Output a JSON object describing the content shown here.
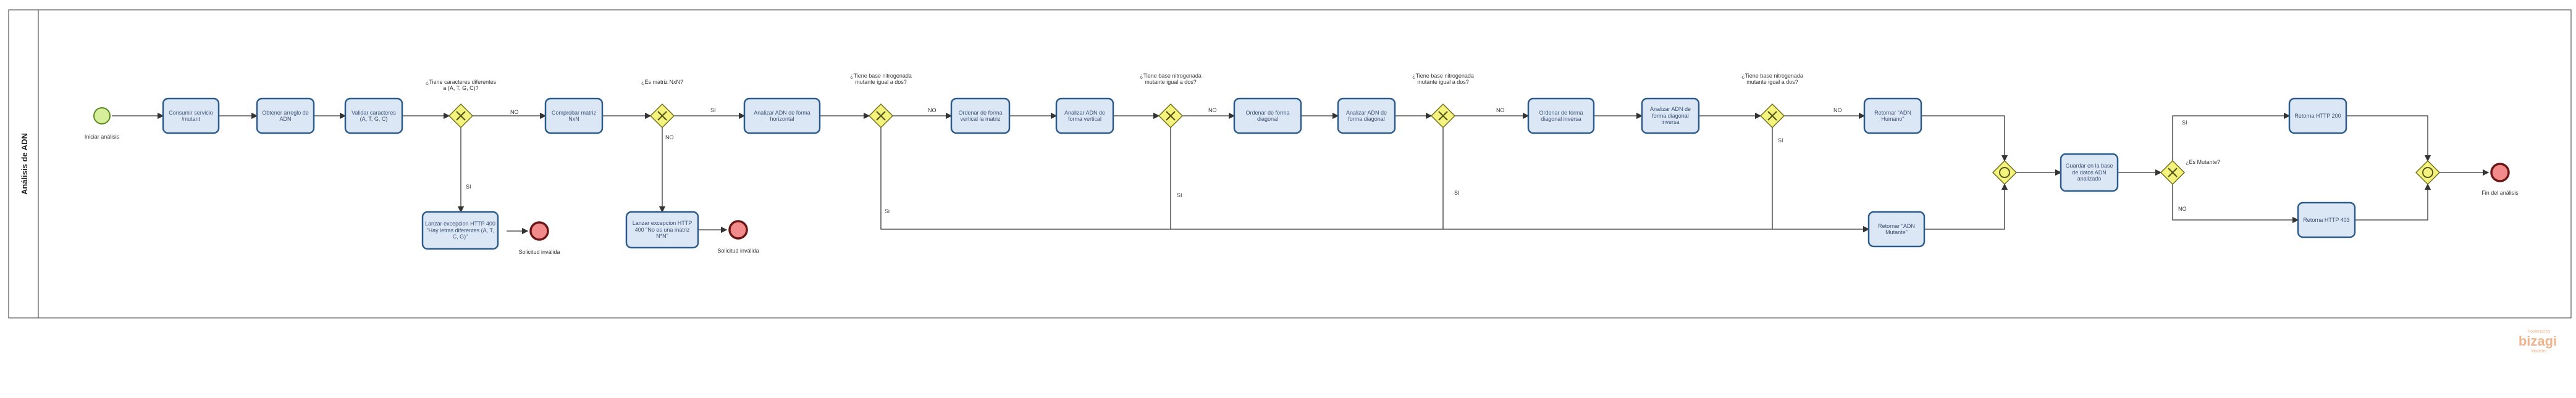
{
  "pool": {
    "title": "Análisis de ADN"
  },
  "events": {
    "start": "Iniciar análisis",
    "end_invalid_1": "Solicitud inválida",
    "end_invalid_2": "Solicitud inválida",
    "end": "Fin del análisis"
  },
  "tasks": {
    "consume_service": "Consumir servicio /mutant",
    "get_array": "Obtener arreglo de ADN",
    "validate_chars": "Validar caracteres (A, T, G, C)",
    "throw_chars": "Lanzar excepcion HTTP 400 \"Hay letras diferentes (A, T, C, G)\"",
    "check_matrix": "Comprobar matriz NxN",
    "throw_matrix": "Lanzar excepcion HTTP 400 \"No es una matriz N*N\"",
    "horizontal": "Analizar ADN de forma horizontal",
    "order_vertical": "Ordenar de forma vertical la matriz",
    "vertical": "Analizar ADN de forma vertical",
    "order_diagonal": "Ordenar de forma diagonal",
    "diagonal": "Analizar ADN de forma diagonal",
    "order_inverse": "Ordenar de forma diagonal inversa",
    "inverse": "Analizar ADN de forma diagonal inversa",
    "ret_human": "Retornar \"ADN Humano\"",
    "ret_mutant": "Retornar \"ADN Mutante\"",
    "save_db": "Guardar en la base de datos ADN analizado",
    "http200": "Retorna HTTP 200",
    "http403": "Retorna HTTP 403"
  },
  "gateways": {
    "chars_q": "¿Tiene caracteres diferentes a (A, T, G, C)?",
    "matrix_q": "¿Es matriz NxN?",
    "base_q1": "¿Tiene base nitrogenada mutante igual a dos?",
    "base_q2": "¿Tiene base nitrogenada mutante igual a dos?",
    "base_q3": "¿Tiene base nitrogenada mutante igual a dos?",
    "base_q4": "¿Tiene base nitrogenada mutante igual a dos?",
    "mutant_q": "¿Es Mutante?"
  },
  "flow_labels": {
    "no_1": "NO",
    "si_1": "SI",
    "si_2": "SI",
    "no_2": "NO",
    "no_3": "NO",
    "si_3": "Si",
    "no_4": "NO",
    "si_4": "SI",
    "no_5": "NO",
    "si_5": "SI",
    "no_6": "NO",
    "si_6": "SI",
    "si_7": "SI",
    "no_7": "NO"
  },
  "brand": {
    "powered": "Powered by",
    "name": "bizagi",
    "sub": "Modeler"
  }
}
